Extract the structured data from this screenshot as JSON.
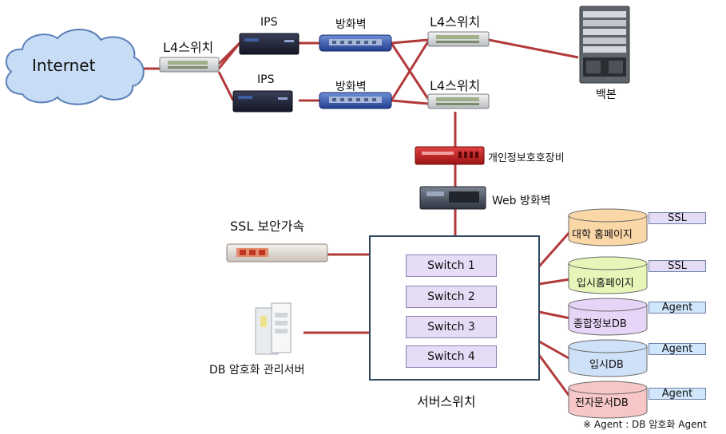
{
  "colors": {
    "link": "#b23a3a",
    "cloud": "#c7dcf5",
    "switch_box": "#2f4a60",
    "switch_btn": "#e6dcf6"
  },
  "nodes": {
    "internet": "Internet",
    "l4_left": "L4스위치",
    "ips_top": "IPS",
    "ips_bottom": "IPS",
    "fw_top": "방화벽",
    "fw_bottom": "방화벽",
    "l4_right_top": "L4스위치",
    "l4_right_bottom": "L4스위치",
    "backbone": "백본",
    "privacy": "개인정보호호장비",
    "web_fw": "Web 방화벽",
    "ssl_accel": "SSL 보안가속",
    "db_crypto": "DB 암호화 관리서버",
    "server_switch": "서버스위치"
  },
  "switches": [
    "Switch 1",
    "Switch 2",
    "Switch 3",
    "Switch 4"
  ],
  "databases": [
    {
      "label": "대학 홈페이지",
      "tag": "SSL",
      "color": "#fbd7a8",
      "tagColor": "#e4dbf5"
    },
    {
      "label": "입시홈페이지",
      "tag": "SSL",
      "color": "#e7f6b8",
      "tagColor": "#e4dbf5"
    },
    {
      "label": "종합정보DB",
      "tag": "Agent",
      "color": "#e6d5f6",
      "tagColor": "#cfe6fb"
    },
    {
      "label": "입시DB",
      "tag": "Agent",
      "color": "#cfe0f9",
      "tagColor": "#cfe6fb"
    },
    {
      "label": "전자문서DB",
      "tag": "Agent",
      "color": "#f7c6c6",
      "tagColor": "#cfe6fb"
    }
  ],
  "footnote": "※ Agent : DB 암호화 Agent"
}
